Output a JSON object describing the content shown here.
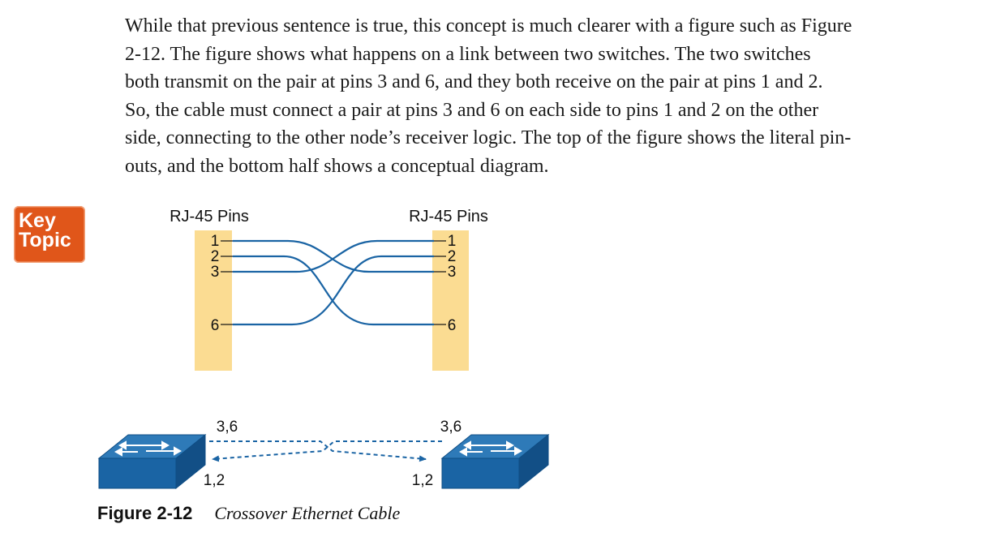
{
  "paragraph": {
    "lines": [
      "While that previous sentence is true, this concept is much clearer with a figure such as Figure",
      "2-12. The figure shows what happens on a link between two switches. The two switches",
      "both transmit on the pair at pins 3 and 6, and they both receive on the pair at pins 1 and 2.",
      "So, the cable must connect a pair at pins 3 and 6 on each side to pins 1 and 2 on the other",
      "side, connecting to the other node’s receiver logic. The top of the figure shows the literal pin-",
      "outs, and the bottom half shows a conceptual diagram."
    ]
  },
  "key_topic": {
    "line1": "Key",
    "line2": "Topic",
    "color": "#e0561a"
  },
  "figure": {
    "left_header": "RJ-45 Pins",
    "right_header": "RJ-45 Pins",
    "left_pins": [
      "1",
      "2",
      "3",
      "6"
    ],
    "right_pins": [
      "1",
      "2",
      "3",
      "6"
    ],
    "pin_bar_color": "#fbdc92",
    "wire_color": "#1a64a4",
    "switch_color": "#1a64a4",
    "left_switch_tx_label": "3,6",
    "left_switch_rx_label": "1,2",
    "right_switch_tx_label": "3,6",
    "right_switch_rx_label": "1,2"
  },
  "caption": {
    "label": "Figure 2-12",
    "title": "Crossover Ethernet Cable"
  }
}
